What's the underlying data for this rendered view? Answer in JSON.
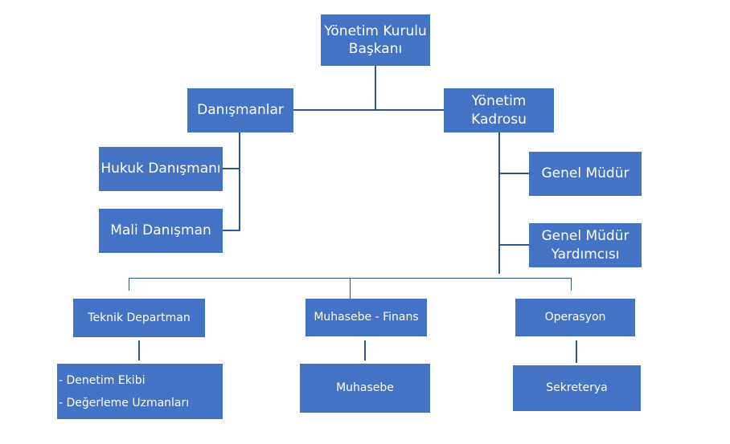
{
  "chart": {
    "chairman": {
      "line1": "Yönetim Kurulu",
      "line2": "Başkanı"
    },
    "advisors": "Danışmanlar",
    "management": {
      "line1": "Yönetim",
      "line2": "Kadrosu"
    },
    "legal_advisor": "Hukuk Danışmanı",
    "financial_advisor": "Mali Danışman",
    "general_manager": "Genel Müdür",
    "assistant_gm": {
      "line1": "Genel Müdür",
      "line2": "Yardımcısı"
    },
    "departments": [
      {
        "name": "Teknik Departman",
        "sub": [
          "- Denetim Ekibi",
          "- Değerleme Uzmanları"
        ]
      },
      {
        "name": "Muhasebe - Finans",
        "sub": [
          "Muhasebe"
        ]
      },
      {
        "name": "Operasyon",
        "sub": [
          "Sekreterya"
        ]
      }
    ]
  },
  "colors": {
    "box": "#4472C4",
    "line": "#2F5597"
  }
}
